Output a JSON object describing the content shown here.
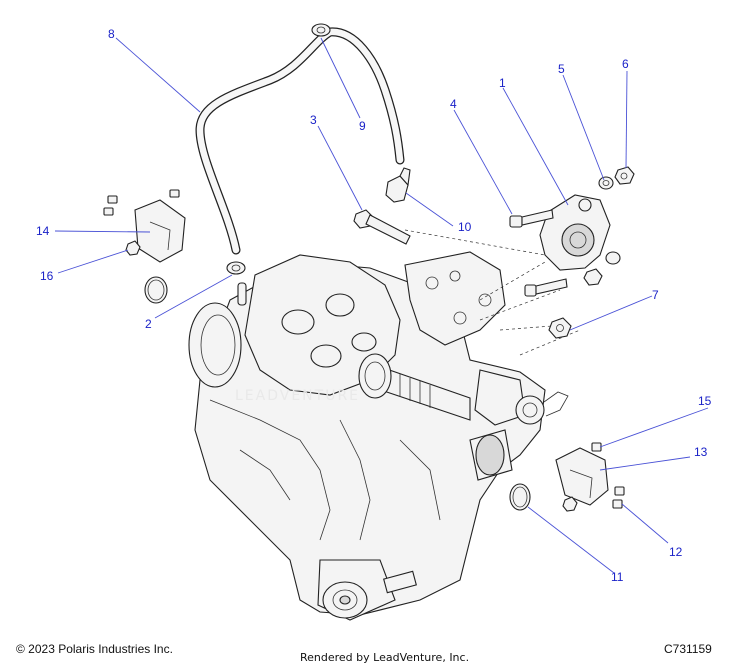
{
  "footer": {
    "copyright": "© 2023 Polaris Industries Inc.",
    "rendered_by": "Rendered by LeadVenture, Inc.",
    "diagram_code": "C731159"
  },
  "watermark": "LEADVENTURE",
  "callouts": [
    "1",
    "2",
    "3",
    "4",
    "5",
    "6",
    "7",
    "8",
    "9",
    "10",
    "11",
    "12",
    "13",
    "14",
    "15",
    "16"
  ],
  "colors": {
    "callout": "#1a22c8",
    "leader": "#4a52d6",
    "line_art": "#222222"
  }
}
